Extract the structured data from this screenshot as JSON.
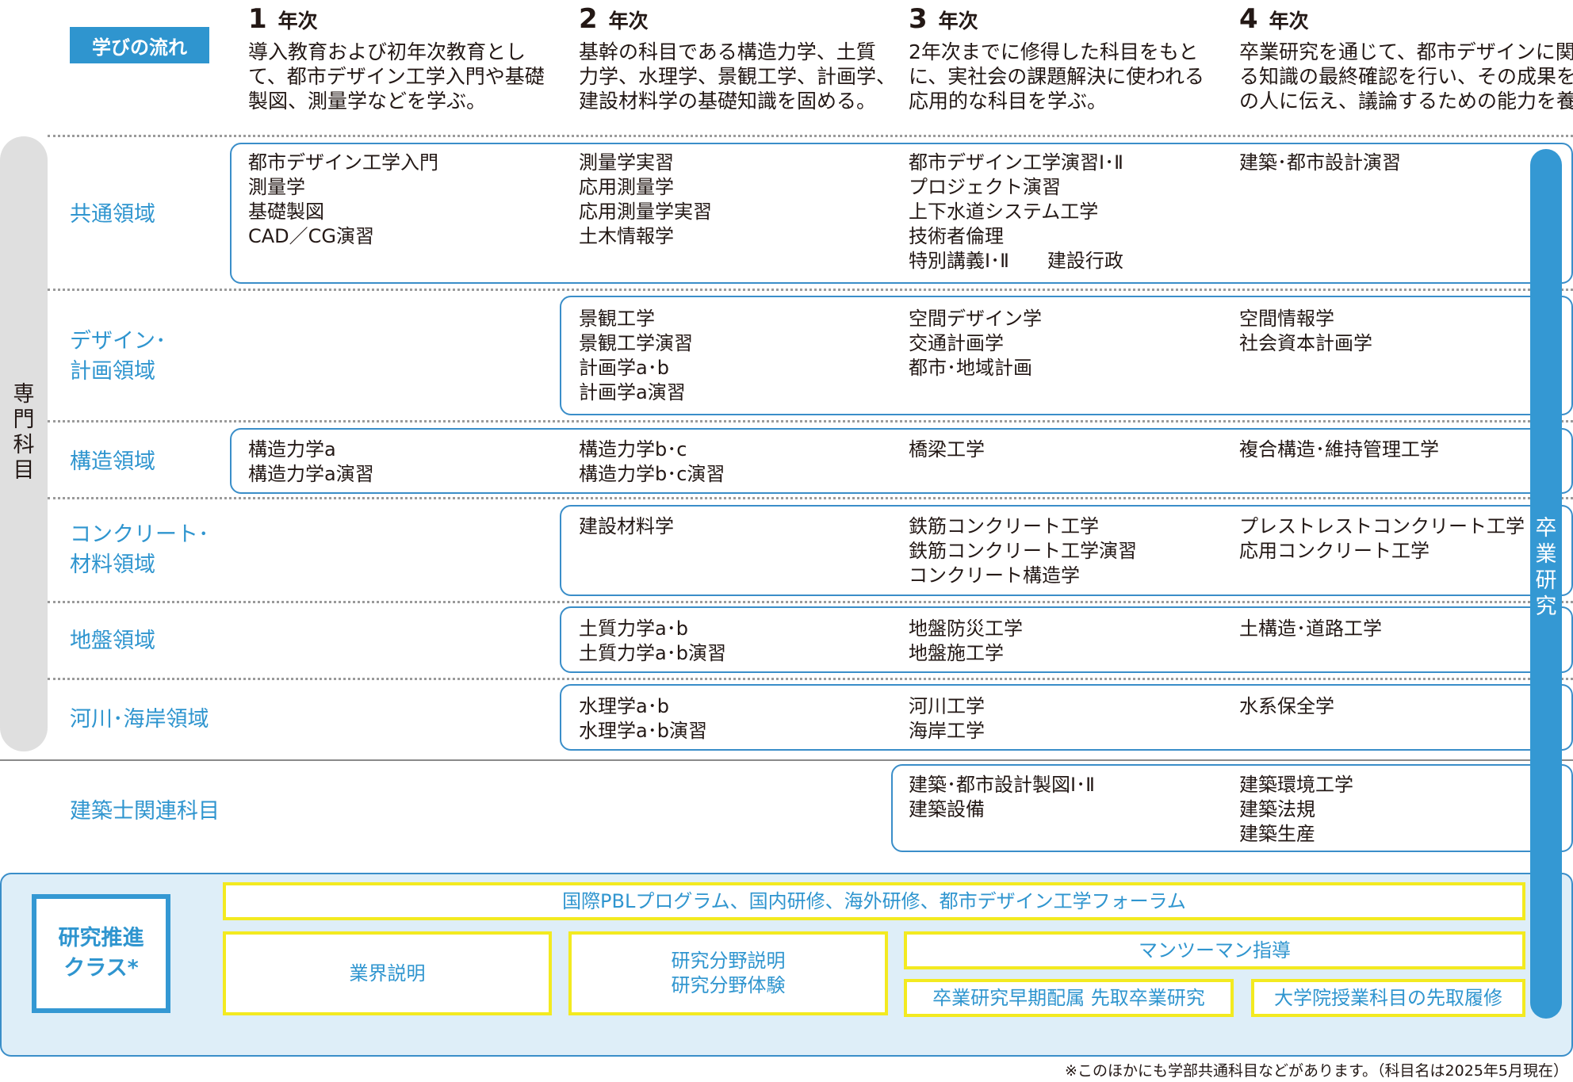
{
  "header": {
    "flow_label": "学びの流れ",
    "years": [
      {
        "num": "1",
        "label": "年次",
        "desc": [
          "導入教育および初年次教育とし",
          "て、都市デザイン工学入門や基礎",
          "製図、測量学などを学ぶ。"
        ]
      },
      {
        "num": "2",
        "label": "年次",
        "desc": [
          "基幹の科目である構造力学、土質",
          "力学、水理学、景観工学、計画学、",
          "建設材料学の基礎知識を固める。"
        ]
      },
      {
        "num": "3",
        "label": "年次",
        "desc": [
          "2年次までに修得した科目をもと",
          "に、実社会の課題解決に使われる",
          "応用的な科目を学ぶ。"
        ]
      },
      {
        "num": "4",
        "label": "年次",
        "desc": [
          "卒業研究を通じて、都市デザインに関す",
          "る知識の最終確認を行い、その成果を他",
          "の人に伝え、議論するための能力を養う。"
        ]
      }
    ]
  },
  "senmon_label": "専門科目",
  "sotsugyo_label": "卒業研究",
  "domains": [
    {
      "name": [
        "共通領域"
      ],
      "y1": [
        "都市デザイン工学入門",
        "測量学",
        "基礎製図",
        "CAD／CG演習"
      ],
      "y2": [
        "測量学実習",
        "応用測量学",
        "応用測量学実習",
        "土木情報学"
      ],
      "y3": [
        "都市デザイン工学演習Ⅰ･Ⅱ",
        "プロジェクト演習",
        "上下水道システム工学",
        "技術者倫理",
        "特別講義Ⅰ･Ⅱ　　建設行政"
      ],
      "y4": [
        "建築･都市設計演習"
      ]
    },
    {
      "name": [
        "デザイン･",
        "計画領域"
      ],
      "y1": [],
      "y2": [
        "景観工学",
        "景観工学演習",
        "計画学a･b",
        "計画学a演習"
      ],
      "y3": [
        "空間デザイン学",
        "交通計画学",
        "都市･地域計画"
      ],
      "y4": [
        "空間情報学",
        "社会資本計画学"
      ]
    },
    {
      "name": [
        "構造領域"
      ],
      "y1": [
        "構造力学a",
        "構造力学a演習"
      ],
      "y2": [
        "構造力学b･c",
        "構造力学b･c演習"
      ],
      "y3": [
        "橋梁工学"
      ],
      "y4": [
        "複合構造･維持管理工学"
      ]
    },
    {
      "name": [
        "コンクリート･",
        "材料領域"
      ],
      "y1": [],
      "y2": [
        "建設材料学"
      ],
      "y3": [
        "鉄筋コンクリート工学",
        "鉄筋コンクリート工学演習",
        "コンクリート構造学"
      ],
      "y4": [
        "プレストレストコンクリート工学",
        "応用コンクリート工学"
      ]
    },
    {
      "name": [
        "地盤領域"
      ],
      "y1": [],
      "y2": [
        "土質力学a･b",
        "土質力学a･b演習"
      ],
      "y3": [
        "地盤防災工学",
        "地盤施工学"
      ],
      "y4": [
        "土構造･道路工学"
      ]
    },
    {
      "name": [
        "河川･海岸領域"
      ],
      "y1": [],
      "y2": [
        "水理学a･b",
        "水理学a･b演習"
      ],
      "y3": [
        "河川工学",
        "海岸工学"
      ],
      "y4": [
        "水系保全学"
      ]
    },
    {
      "name": [
        "建築士関連科目"
      ],
      "y1": [],
      "y2": [],
      "y3": [
        "建築･都市設計製図Ⅰ･Ⅱ",
        "建築設備"
      ],
      "y4": [
        "建築環境工学",
        "建築法規",
        "建築生産"
      ]
    }
  ],
  "research": {
    "label": [
      "研究推進",
      "クラス*"
    ],
    "intl": "国際PBLプログラム、国内研修、海外研修、都市デザイン工学フォーラム",
    "industry": "業界説明",
    "field": [
      "研究分野説明",
      "研究分野体験"
    ],
    "mentor": "マンツーマン指導",
    "early": "卒業研究早期配属 先取卒業研究",
    "grad": "大学院授業科目の先取履修"
  },
  "footnote": "※このほかにも学部共通科目などがあります。（科目名は2025年5月現在）",
  "colors": {
    "accent_blue": "#2f95cf",
    "highlight_yellow": "#f3ea20",
    "research_bg": "#deeef8",
    "senmon_gray": "#dfdfdf"
  }
}
